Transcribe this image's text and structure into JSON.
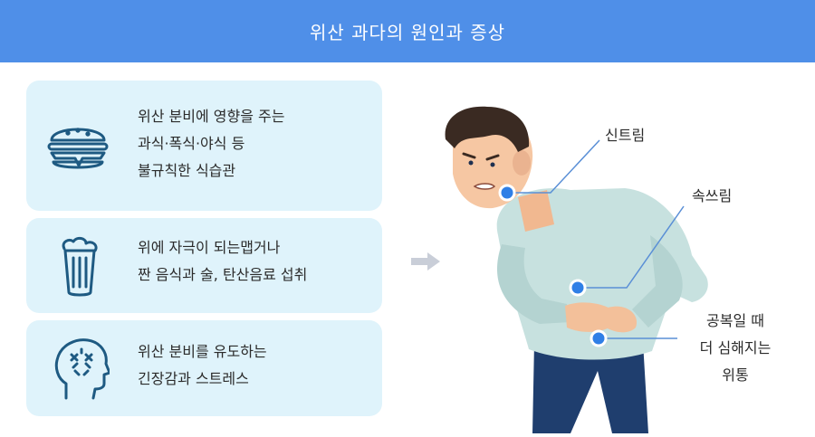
{
  "header": {
    "title": "위산 과다의 원인과 증상"
  },
  "causes": [
    {
      "icon": "burger-icon",
      "lines": [
        "위산 분비에 영향을 주는",
        "과식·폭식·야식 등",
        "불규칙한 식습관"
      ]
    },
    {
      "icon": "beer-icon",
      "lines": [
        "위에 자극이 되는맵거나",
        "짠 음식과 술, 탄산음료 섭취"
      ]
    },
    {
      "icon": "stressed-head-icon",
      "lines": [
        "위산 분비를 유도하는",
        "긴장감과 스트레스"
      ]
    }
  ],
  "symptoms": {
    "s1": "신트림",
    "s2": "속쓰림",
    "s3_lines": [
      "공복일 때",
      "더 심해지는",
      "위통"
    ]
  },
  "colors": {
    "header": "#4f8fe8",
    "card_bg": "#dff3fb",
    "icon_stroke": "#1e5a82",
    "callout_dot": "#2f7fe6",
    "arrow": "#c9ced8"
  }
}
